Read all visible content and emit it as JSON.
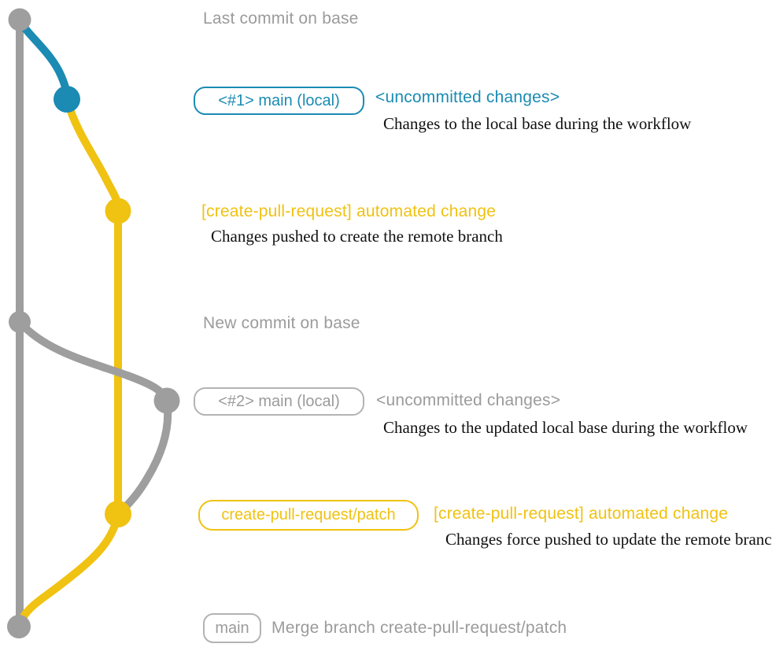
{
  "diagram": {
    "kind": "git-branch-graph",
    "colors": {
      "base_branch": "#9e9e9e",
      "local_main_branch": "#1b8bb3",
      "patch_branch": "#f0c211",
      "badge_border_gray": "#b3b3b3",
      "caption_text": "#111111",
      "background": "#ffffff"
    },
    "branches": [
      {
        "name": "base",
        "color": "#9e9e9e"
      },
      {
        "name": "main (local)",
        "color": "#1b8bb3"
      },
      {
        "name": "create-pull-request/patch",
        "color": "#f0c211"
      }
    ]
  },
  "milestones": {
    "last_commit": "Last commit on base",
    "new_commit": "New commit on base"
  },
  "events": {
    "e1": {
      "badge": "<#1> main (local)",
      "title": "<uncommitted changes>",
      "caption": "Changes to the local base during the workflow"
    },
    "e2": {
      "title": "[create-pull-request] automated change",
      "caption": "Changes pushed to create the remote branch"
    },
    "e3": {
      "badge": "<#2> main (local)",
      "title": "<uncommitted changes>",
      "caption": "Changes to the updated local base during the workflow"
    },
    "e4": {
      "badge": "create-pull-request/patch",
      "title": "[create-pull-request] automated change",
      "caption": "Changes force pushed to update the remote branch"
    },
    "e5": {
      "badge": "main",
      "title": "Merge branch create-pull-request/patch"
    }
  }
}
